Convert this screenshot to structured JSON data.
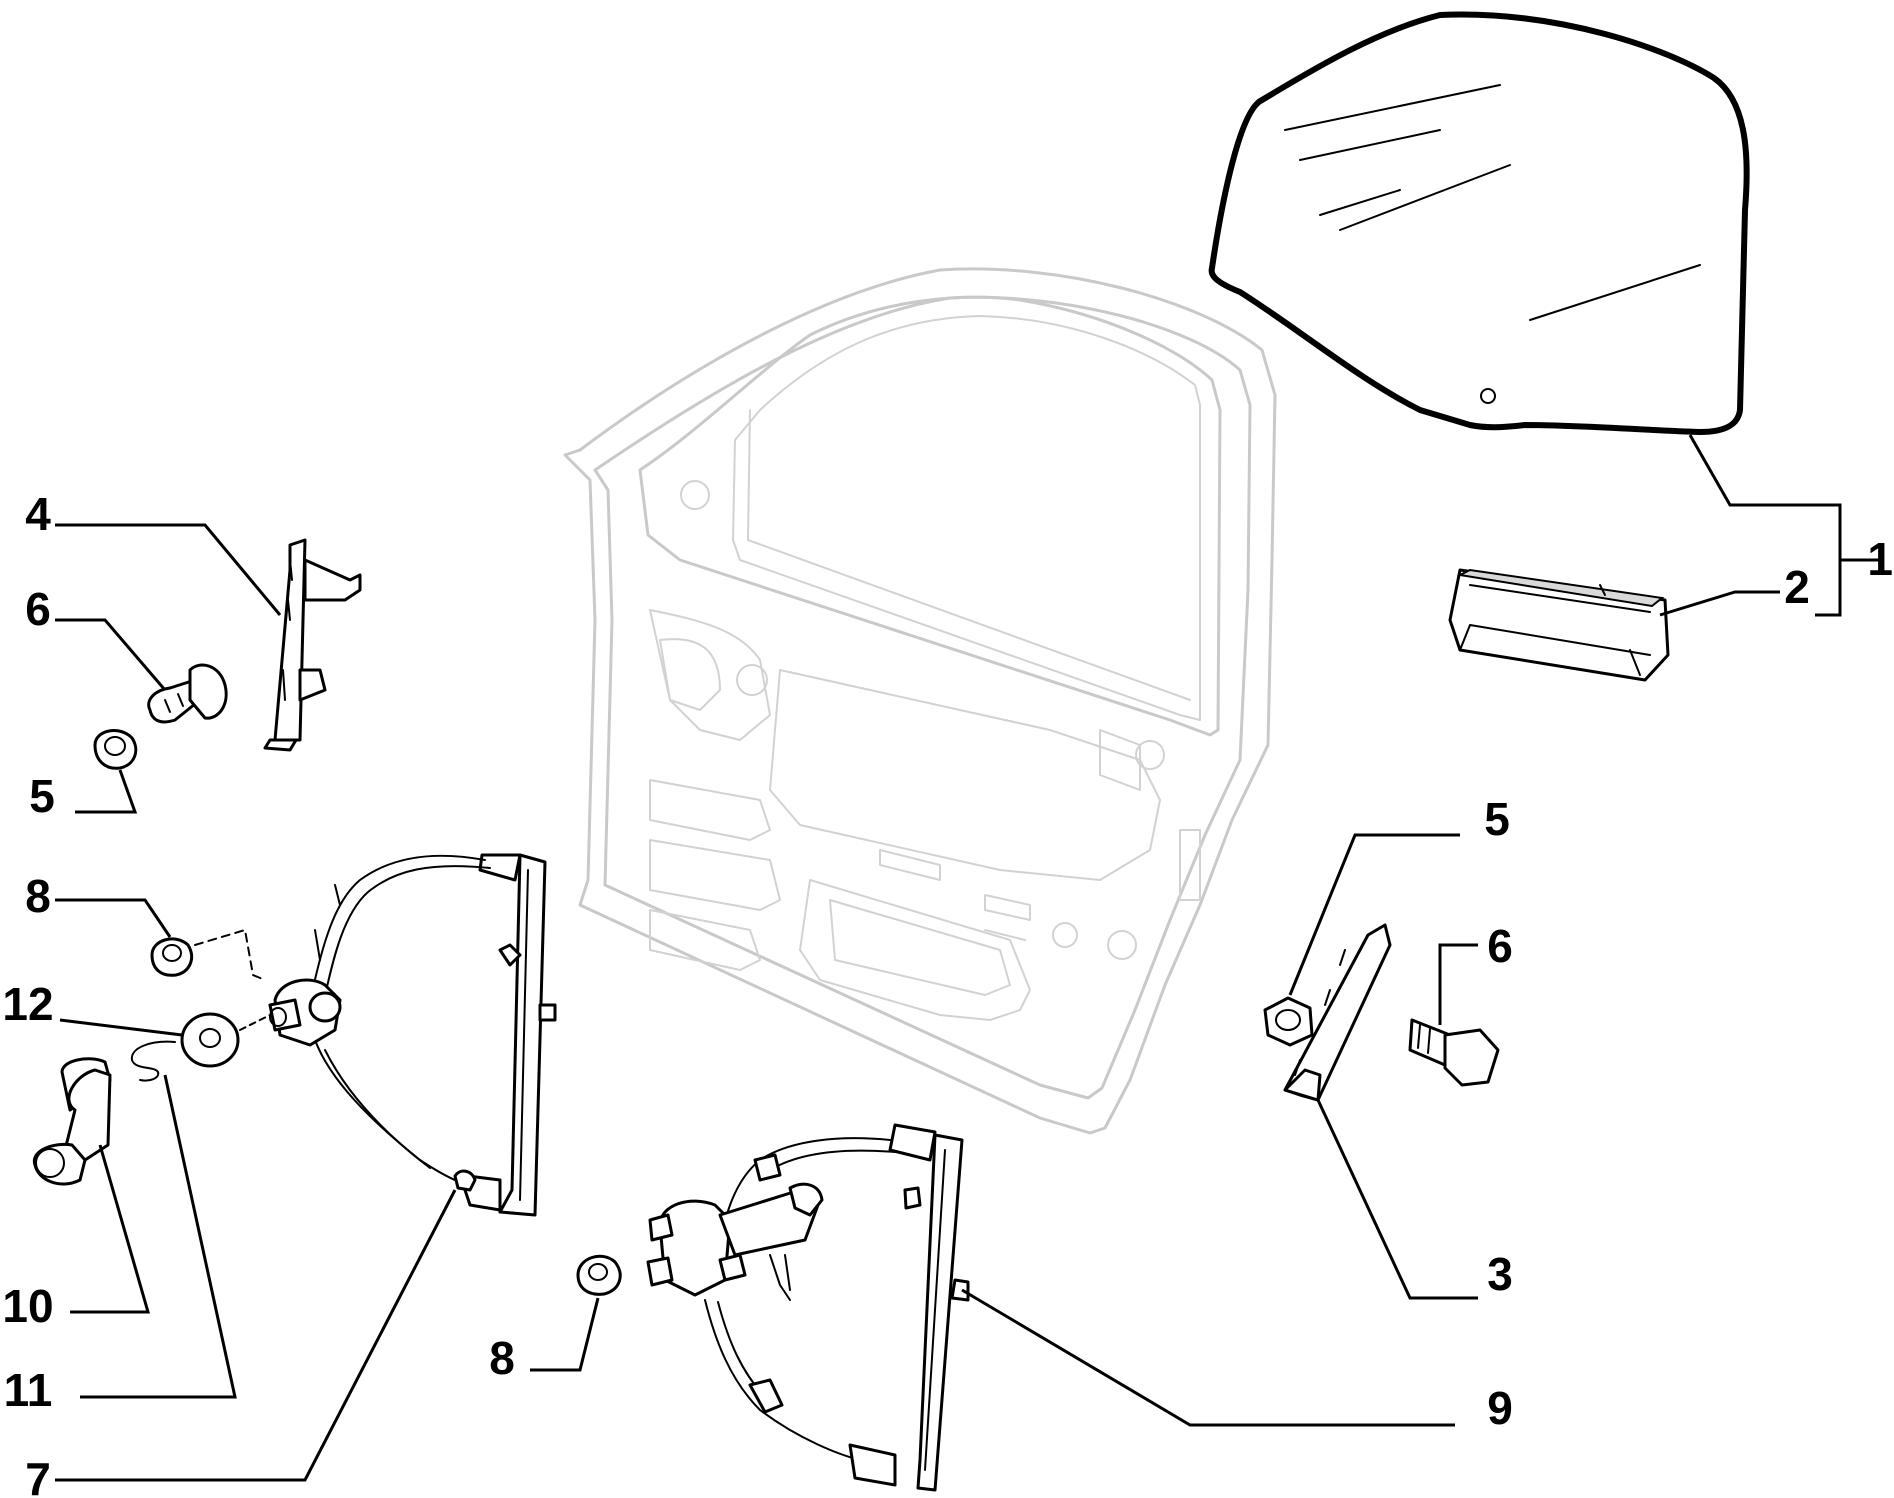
{
  "callouts": {
    "c1": "1",
    "c2": "2",
    "c3": "3",
    "c4": "4",
    "c5_left": "5",
    "c5_right": "5",
    "c6_left": "6",
    "c6_right": "6",
    "c7": "7",
    "c8_upper": "8",
    "c8_lower": "8",
    "c9": "9",
    "c10": "10",
    "c11": "11",
    "c12": "12"
  },
  "colors": {
    "ink": "#000000",
    "door_outline": "#c9c9c9",
    "background": "#ffffff"
  }
}
